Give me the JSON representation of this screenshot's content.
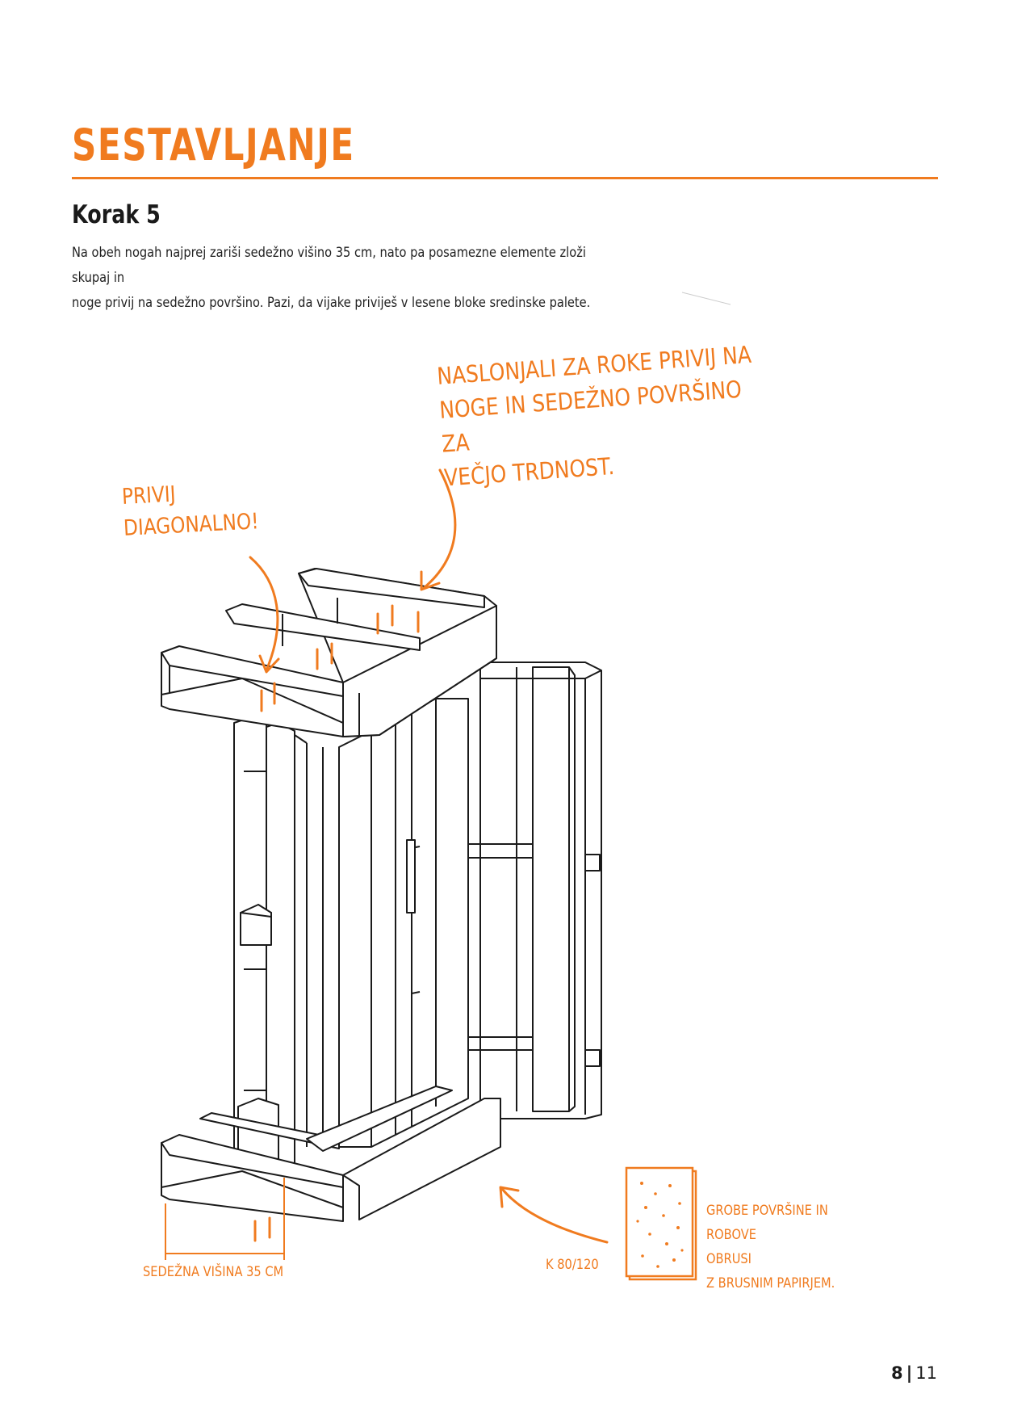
{
  "title": "SESTAVLJANJE",
  "step": "Korak 5",
  "description": [
    "Na obeh nogah najprej zariši sedežno višino 35 cm, nato pa posamezne elemente zloži skupaj in",
    "noge privij na sedežno površino. Pazi, da vijake priviješ v lesene bloke sredinske palete."
  ],
  "notes": {
    "armrest": [
      "NASLONJALI ZA ROKE PRIVIJ NA",
      "NOGE IN SEDEŽNO POVRŠINO ZA",
      "VEČJO TRDNOST."
    ],
    "diagonal": [
      "PRIVIJ",
      "DIAGONALNO!"
    ],
    "seat_height": "SEDEŽNA VIŠINA 35 CM",
    "grit": "K 80/120",
    "sanding": [
      "GROBE POVRŠINE IN ROBOVE",
      "OBRUSI",
      "Z BRUSNIM PAPIRJEM."
    ]
  },
  "icons": {
    "sandpaper": "sandpaper-icon",
    "screw": "screw-icon",
    "arrow": "arrow-icon"
  },
  "colors": {
    "accent": "#f07b1f",
    "line": "#1a1a1a"
  },
  "page": {
    "current": "8",
    "separator": "|",
    "total": "11"
  }
}
